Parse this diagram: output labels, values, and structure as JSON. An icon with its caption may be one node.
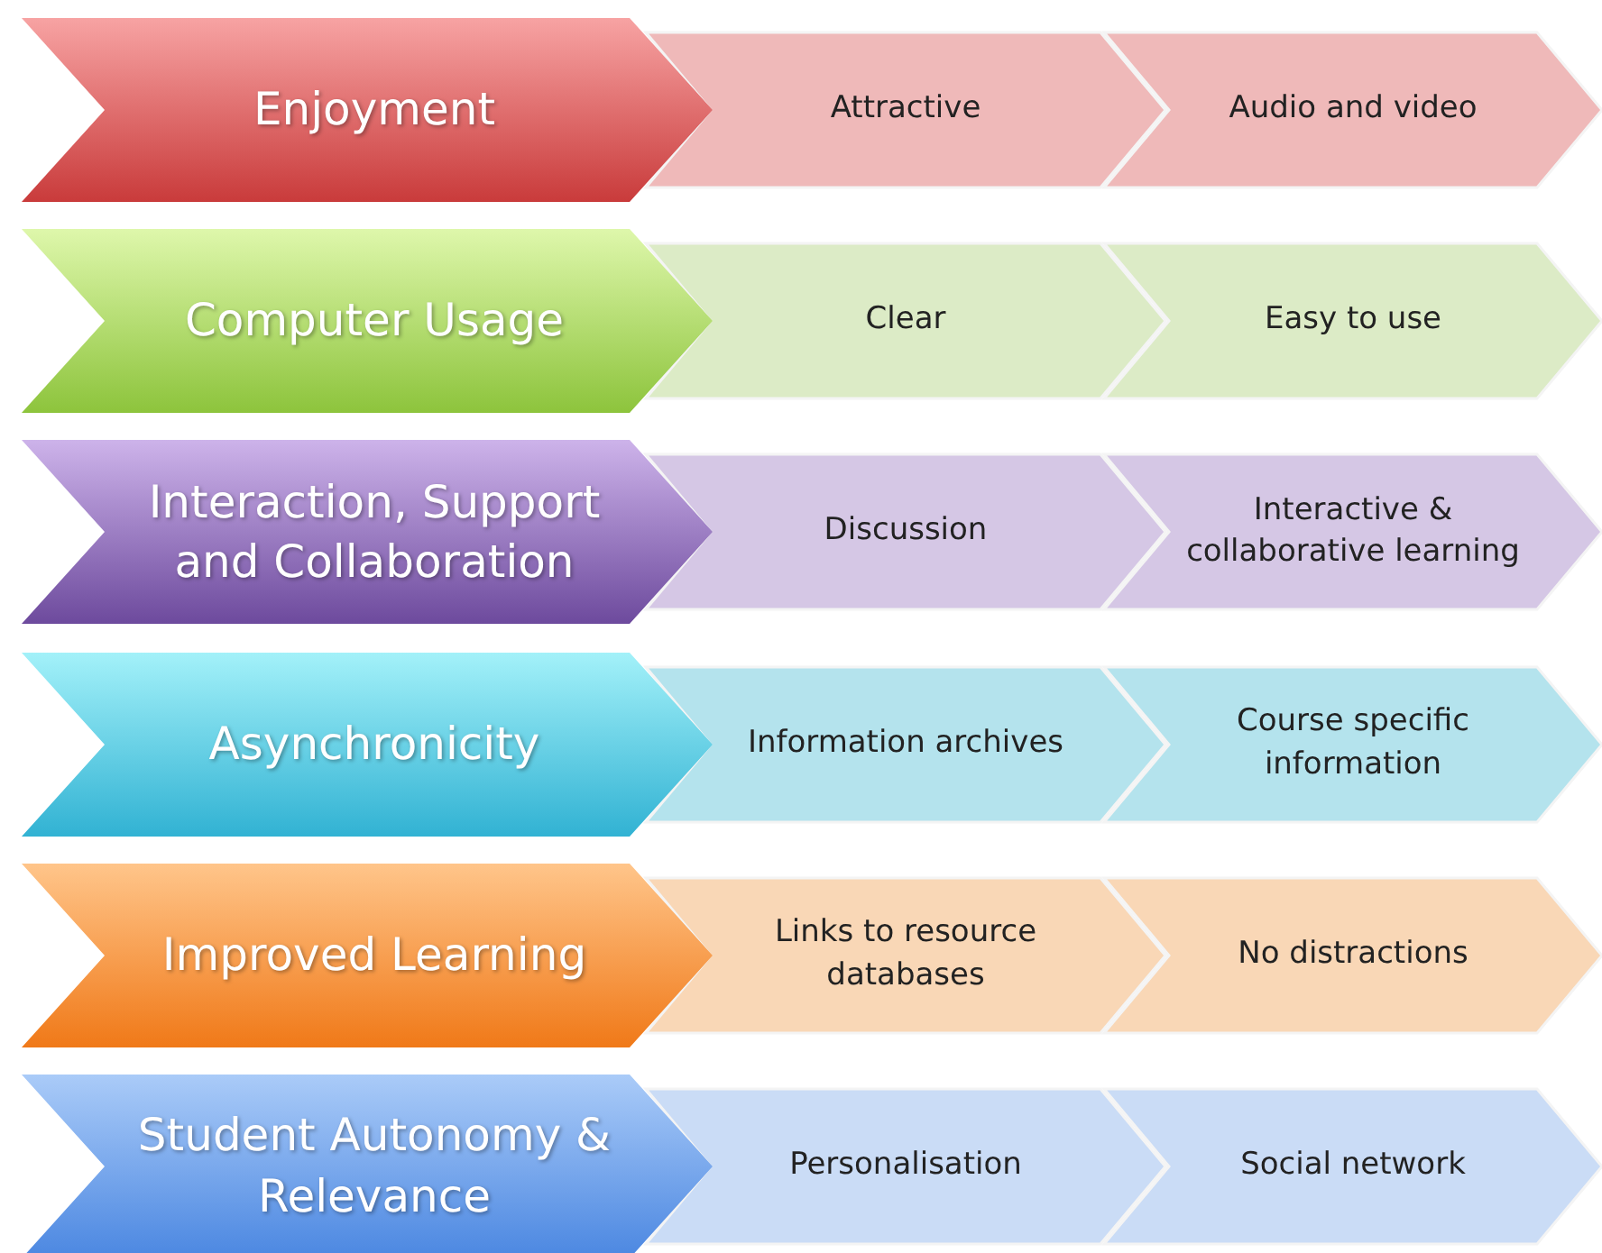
{
  "diagram": {
    "nodes": [
      {
        "text": [
          "Enjoyment"
        ]
      },
      {
        "text": [
          "Attractive"
        ]
      },
      {
        "text": [
          "Audio and video"
        ]
      },
      {
        "text": [
          "Computer Usage"
        ]
      },
      {
        "text": [
          "Clear"
        ]
      },
      {
        "text": [
          "Easy to use"
        ]
      },
      {
        "text": [
          "Interaction, Support and Collaboration"
        ]
      },
      {
        "text": [
          "Discussion"
        ]
      },
      {
        "text": [
          "Interactive & collaborative learning"
        ]
      },
      {
        "text": [
          "Asynchronicity"
        ]
      },
      {
        "text": [
          "Information archives"
        ]
      },
      {
        "text": [
          "Course specific information"
        ]
      },
      {
        "text": [
          "Improved Learning"
        ]
      },
      {
        "text": [
          "Links to resource databases"
        ]
      },
      {
        "text": [
          "No distractions"
        ]
      },
      {
        "text": [
          "Student Autonomy & Relevance"
        ]
      },
      {
        "text": [
          "Personalisation"
        ]
      },
      {
        "text": [
          "Social network"
        ]
      }
    ]
  }
}
